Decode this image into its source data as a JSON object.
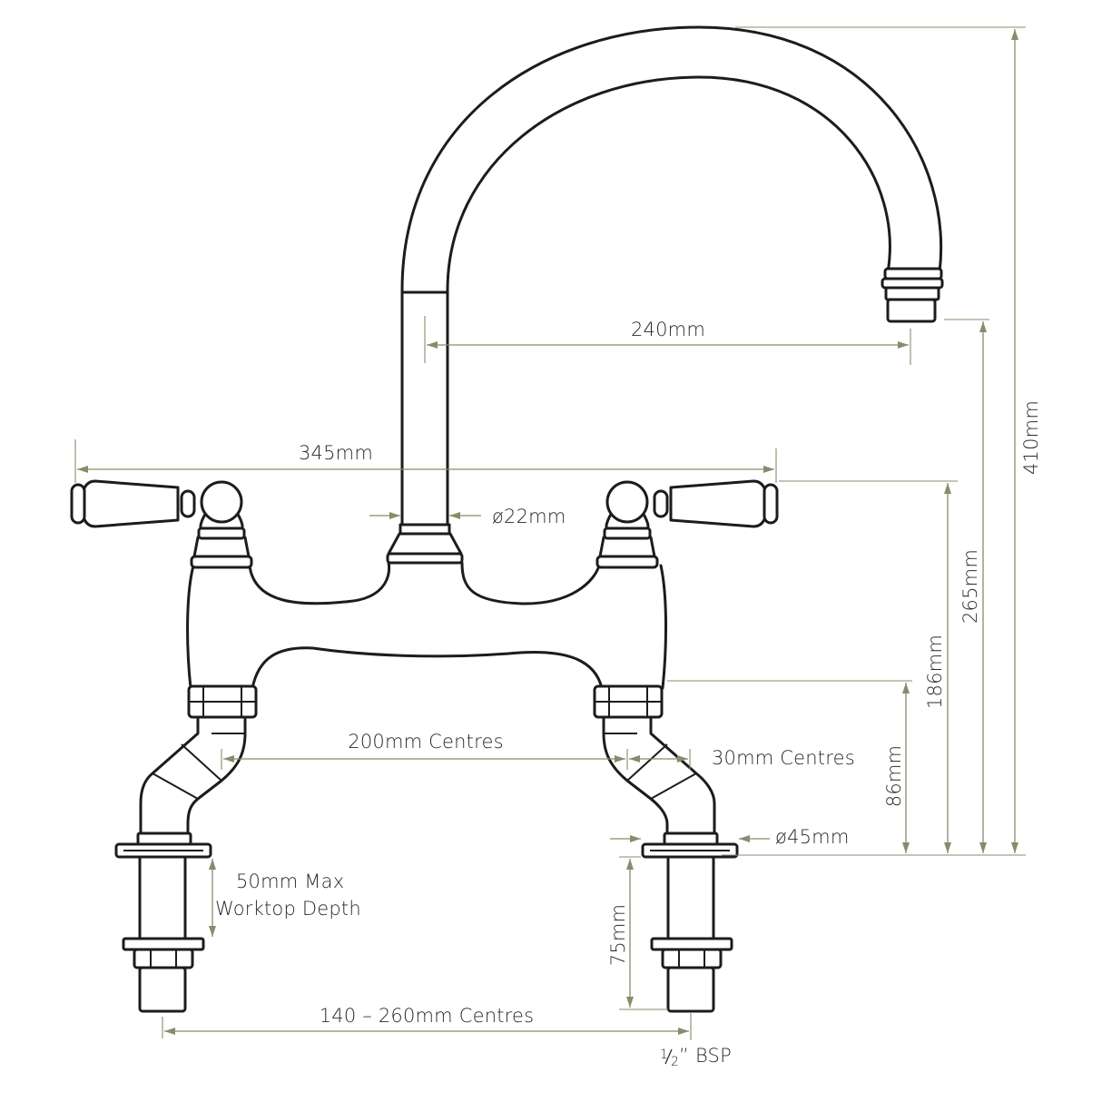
{
  "diagram": {
    "labels": {
      "height_total": "410mm",
      "spout_reach": "240mm",
      "handle_span": "345mm",
      "spout_diameter": "ø22mm",
      "height_handle": "265mm",
      "height_body": "186mm",
      "height_elbow": "86mm",
      "tail_centres": "200mm Centres",
      "offset_centres": "30mm Centres",
      "flange_diameter": "ø45mm",
      "worktop_line1": "50mm Max",
      "worktop_line2": "Worktop Depth",
      "shank_length": "75mm",
      "adjustable_centres": "140 – 260mm Centres",
      "bsp_fraction_num": "1",
      "bsp_fraction_den": "2",
      "bsp_suffix": "” BSP"
    },
    "colors": {
      "outline": "#1c1c1c",
      "dimension": "#8b8a6c",
      "background": "#ffffff"
    }
  }
}
